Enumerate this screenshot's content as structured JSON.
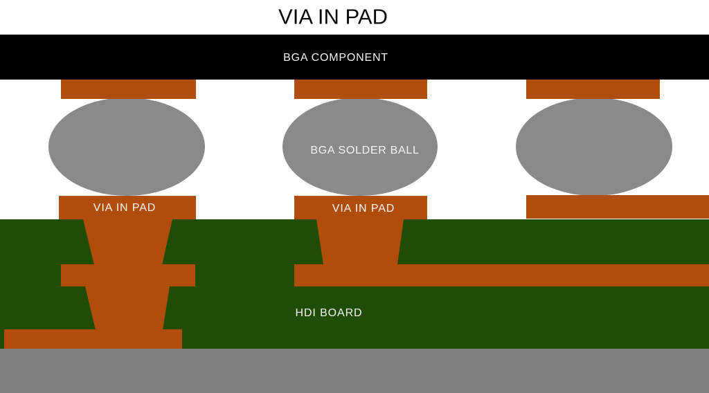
{
  "title": "VIA IN PAD",
  "labels": {
    "bga_component": "BGA COMPONENT",
    "bga_solder_ball": "BGA SOLDER BALL",
    "via_in_pad": "VIA IN PAD",
    "hdi_board": "HDI BOARD"
  },
  "colors": {
    "background": "#FFFFFF",
    "component_black": "#000000",
    "copper": "#B04D0B",
    "board_green": "#1F4D05",
    "solder_ball_gray": "#8A8A8A",
    "base_gray": "#7D807C",
    "title_text": "#0B0B0B",
    "label_text": "#F5F5F5"
  }
}
